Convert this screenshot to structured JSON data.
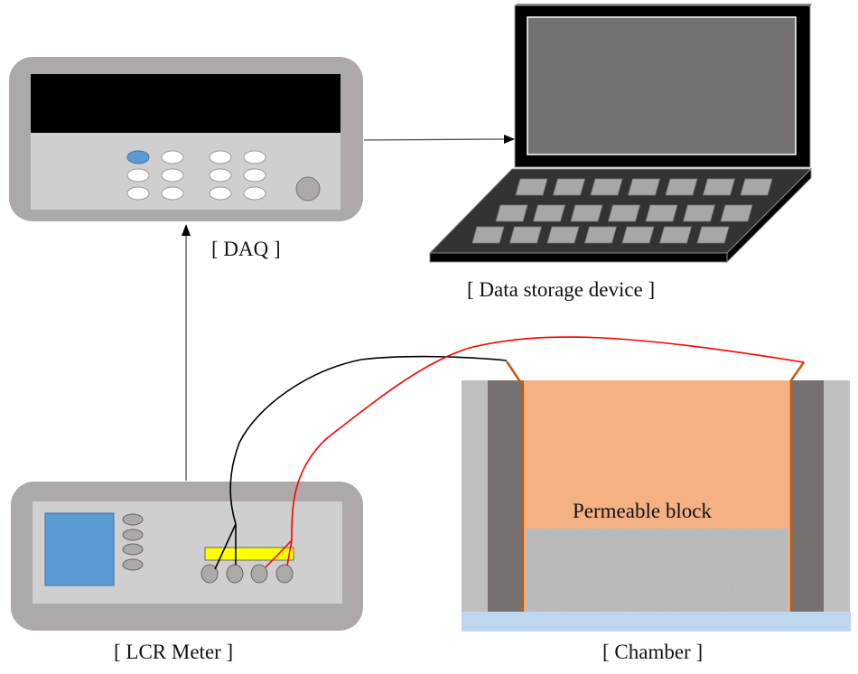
{
  "labels": {
    "daq": "[ DAQ ]",
    "data_storage": "[ Data storage device ]",
    "lcr_meter": "[ LCR Meter ]",
    "chamber": "[ Chamber ]",
    "permeable_block": "Permeable block"
  },
  "colors": {
    "device_body": "#ADA9A8",
    "device_panel": "#D0CFD0",
    "daq_display": "#000000",
    "daq_active_button": "#5B9BD5",
    "lcr_screen": "#5B9BD5",
    "terminal_strip": "#FFFF00",
    "laptop_screen": "#767171",
    "laptop_base": "#333333",
    "laptop_key": "#A9A6A6",
    "chamber_outer": "#BFBFBF",
    "chamber_inner": "#767171",
    "permeable_block": "#F4B183",
    "electrode": "#C55A11",
    "base_plate": "#BDD7EE",
    "wire_black": "#000000",
    "wire_red": "#FF0000"
  }
}
